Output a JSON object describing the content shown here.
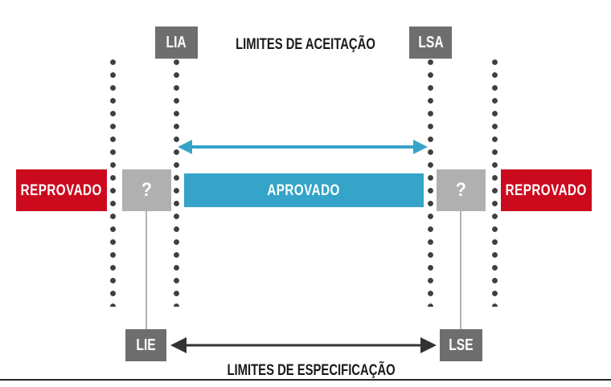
{
  "diagram": {
    "title_top": "LIMITES DE ACEITAÇÃO",
    "title_bottom": "LIMITES DE ESPECIFICAÇÃO",
    "colors": {
      "reprovado": "#cc0a1e",
      "aprovado": "#35a4c8",
      "unknown": "#b0b0b0",
      "limit_box": "#6e6e6e",
      "dot": "#3f3f3f",
      "arrow_top": "#35a4c8",
      "arrow_bottom": "#333333",
      "stem": "#b3b3b3",
      "background": "#ffffff"
    },
    "limit_labels": {
      "lia": "LIA",
      "lsa": "LSA",
      "lie": "LIE",
      "lse": "LSE"
    },
    "zones": [
      {
        "id": "reject-left",
        "label": "REPROVADO",
        "status": "reprovado"
      },
      {
        "id": "unknown-left",
        "label": "?",
        "status": "unknown"
      },
      {
        "id": "accept",
        "label": "APROVADO",
        "status": "aprovado"
      },
      {
        "id": "unknown-right",
        "label": "?",
        "status": "unknown"
      },
      {
        "id": "reject-right",
        "label": "REPROVADO",
        "status": "reprovado"
      }
    ],
    "arrows": {
      "acceptance_span": "LIA ↔ LSA",
      "specification_span": "LIE ↔ LSE"
    }
  }
}
